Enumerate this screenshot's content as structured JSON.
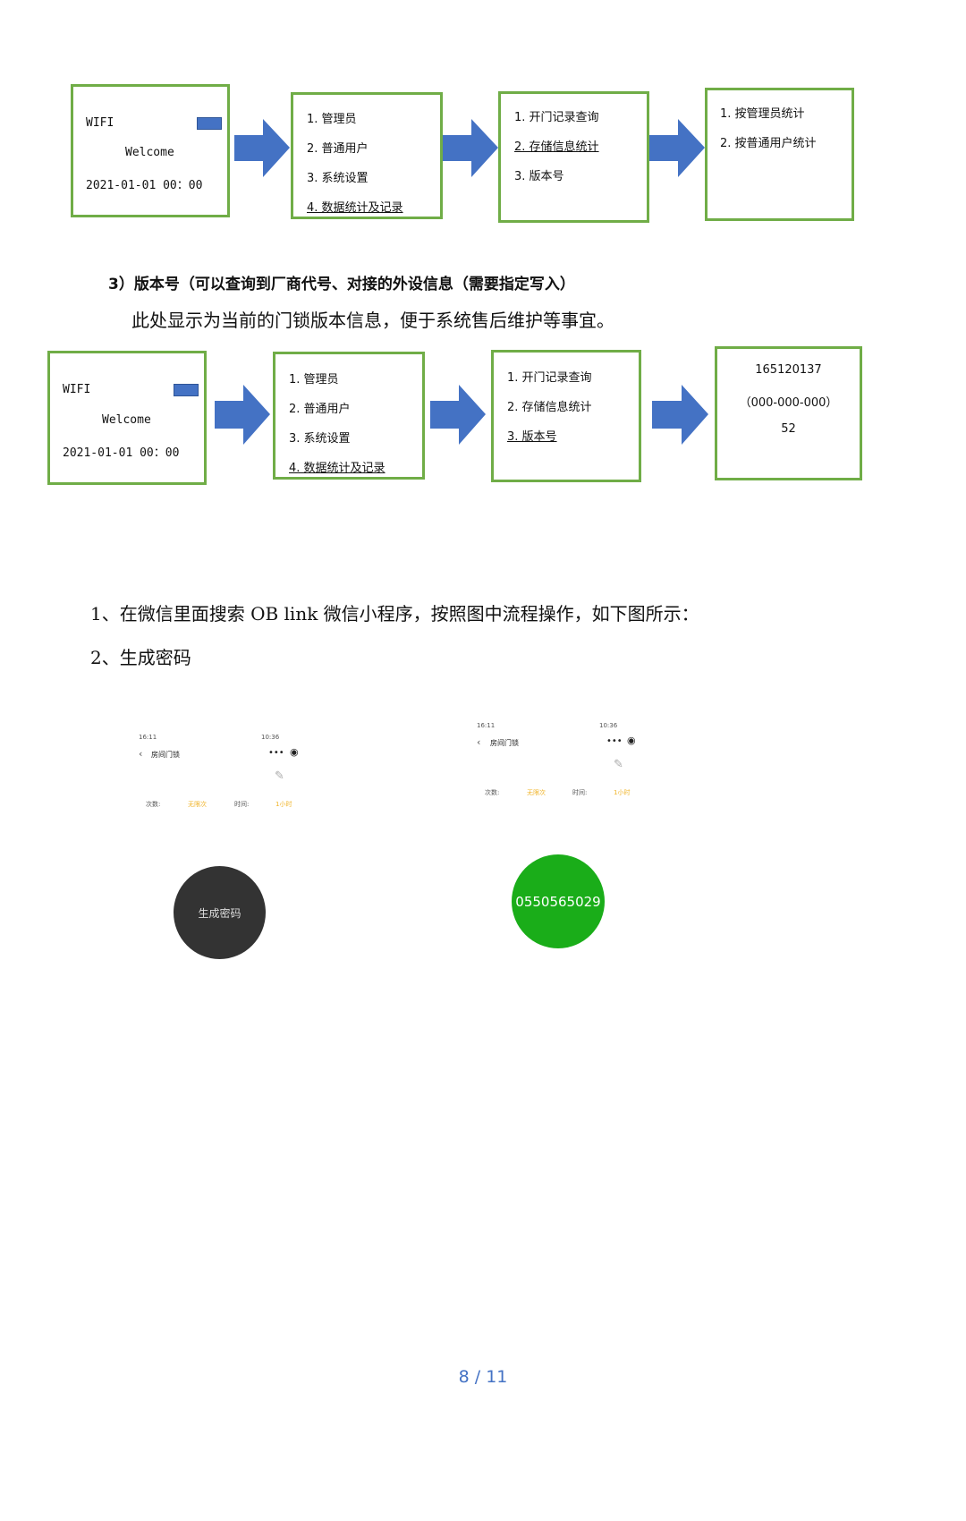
{
  "diagram1": {
    "screen1": {
      "wifi": "WIFI",
      "welcome": "Welcome",
      "datetime": "2021-01-01 00：00"
    },
    "menu1": [
      "1. 管理员",
      "2. 普通用户",
      "3. 系统设置",
      "4. 数据统计及记录"
    ],
    "menu2": [
      "1. 开门记录查询",
      "2. 存储信息统计",
      "3. 版本号"
    ],
    "menu3": [
      "1. 按管理员统计",
      "2. 按普通用户统计"
    ]
  },
  "section_heading": "3）版本号（可以查询到厂商代号、对接的外设信息（需要指定写入）",
  "section_desc": "此处显示为当前的门锁版本信息，便于系统售后维护等事宜。",
  "diagram2": {
    "screen1": {
      "wifi": "WIFI",
      "welcome": "Welcome",
      "datetime": "2021-01-01 00：00"
    },
    "menu1": [
      "1. 管理员",
      "2. 普通用户",
      "3. 系统设置",
      "4. 数据统计及记录"
    ],
    "menu2": [
      "1. 开门记录查询",
      "2. 存储信息统计",
      "3. 版本号"
    ],
    "version": [
      "165120137",
      "（000-000-000）",
      "52"
    ]
  },
  "step1": "1、在微信里面搜索 OB link 微信小程序，按照图中流程操作，如下图所示：",
  "step2": "2、生成密码",
  "phone_left": {
    "status_left": "16:11",
    "status_right": "10:36",
    "title": "房间门锁",
    "count_label": "次数:",
    "count_value": "无限次",
    "time_label": "时间:",
    "time_value": "1小时",
    "button": "生成密码"
  },
  "phone_right": {
    "status_left": "16:11",
    "status_right": "10:36",
    "title": "房间门锁",
    "count_label": "次数:",
    "count_value": "无限次",
    "time_label": "时间:",
    "time_value": "1小时",
    "code": "0550565029"
  },
  "page_number": "8 / 11",
  "colors": {
    "box_border": "#70ad47",
    "arrow": "#4472c4",
    "generate_button": "#333333",
    "code_circle": "#1aad19",
    "accent": "#f0b429"
  }
}
